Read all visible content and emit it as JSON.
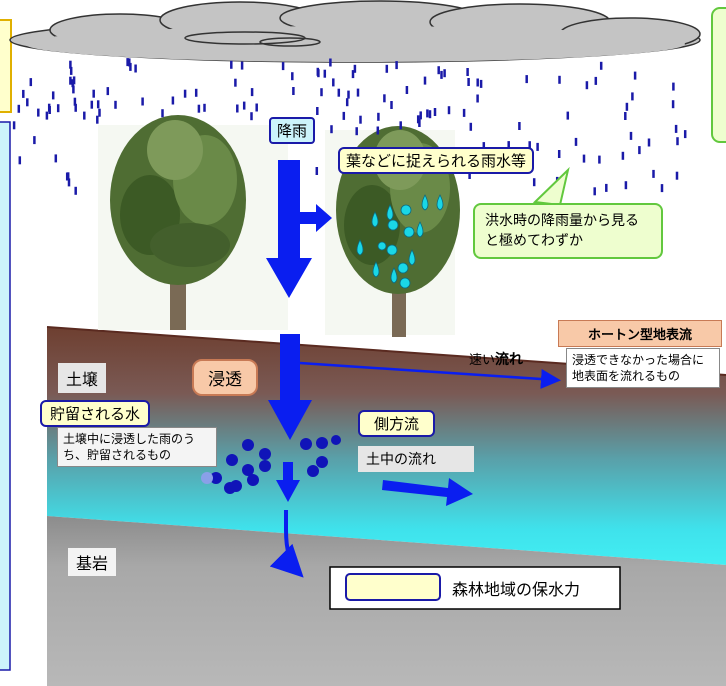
{
  "labels": {
    "rainfall": "降雨",
    "leaf_capture": "葉などに捉えられる雨水等",
    "flood_note": "洪水時の降雨量から見ると極めてわずか",
    "infiltration": "浸透",
    "soil": "土壌",
    "fast_flow_a": "速い",
    "fast_flow_b": "流れ",
    "horton_title": "ホートン型地表流",
    "horton_desc": "浸透できなかった場合に地表面を流れるもの",
    "stored_water": "貯留される水",
    "stored_desc": "土壌中に浸透した雨のうち、貯留されるもの",
    "lateral_flow": "側方流",
    "underground_flow": "土中の流れ",
    "bedrock": "基岩",
    "legend_text": "森林地域の保水力"
  },
  "colors": {
    "arrow": "#0a1ef0",
    "sky_rain": "#1a1aa8",
    "soil_top": "#6e3f30",
    "soil_water": "#40e8ee",
    "bedrock": "#a6a6a6",
    "legend_fill": "#ffffcc"
  }
}
